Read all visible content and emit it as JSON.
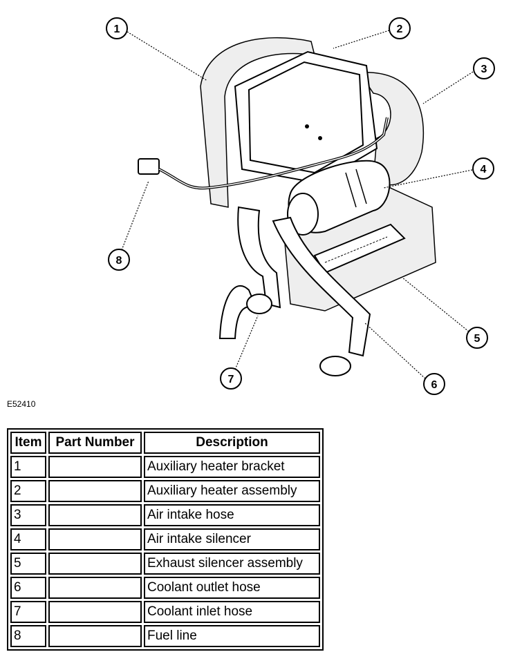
{
  "figure": {
    "id": "E52410",
    "callouts": [
      "1",
      "2",
      "3",
      "4",
      "5",
      "6",
      "7",
      "8"
    ]
  },
  "table": {
    "headers": [
      "Item",
      "Part Number",
      "Description"
    ],
    "rows": [
      {
        "item": "1",
        "part_number": "",
        "description": "Auxiliary heater bracket"
      },
      {
        "item": "2",
        "part_number": "",
        "description": "Auxiliary heater assembly"
      },
      {
        "item": "3",
        "part_number": "",
        "description": "Air intake hose"
      },
      {
        "item": "4",
        "part_number": "",
        "description": "Air intake silencer"
      },
      {
        "item": "5",
        "part_number": "",
        "description": "Exhaust silencer assembly"
      },
      {
        "item": "6",
        "part_number": "",
        "description": "Coolant outlet hose"
      },
      {
        "item": "7",
        "part_number": "",
        "description": "Coolant inlet hose"
      },
      {
        "item": "8",
        "part_number": "",
        "description": "Fuel line"
      }
    ]
  }
}
